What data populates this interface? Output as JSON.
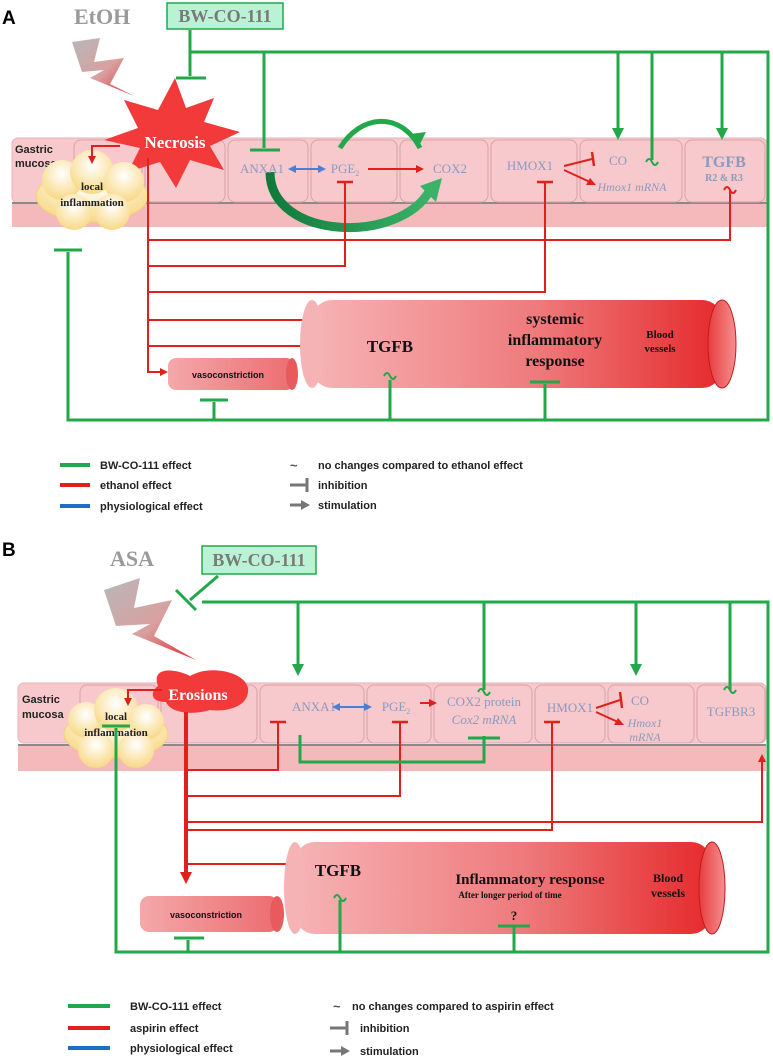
{
  "panelA": {
    "panel_label": "A",
    "stressor": "EtOH",
    "drug": "BW-CO-111",
    "lesion": "Necrosis",
    "tissue": [
      "Gastric",
      "mucosa"
    ],
    "local_inflammation": [
      "local",
      "inflammation"
    ],
    "cells": {
      "anxa1": "ANXA1",
      "pge2": "PGE",
      "pge2_sub": "2",
      "cox2": "COX2",
      "hmox1": "HMOX1",
      "co": "CO",
      "hmox1_mrna": "Hmox1 mRNA",
      "tgfb": "TGFB",
      "tgfb_receptors": "R2 & R3"
    },
    "vessel": {
      "tgfb": "TGFB",
      "response": [
        "systemic",
        "inflammatory",
        "response"
      ],
      "blood_vessels": [
        "Blood",
        "vessels"
      ],
      "vasoconstriction": "vasoconstriction"
    },
    "legend": {
      "green": "BW-CO-111 effect",
      "red": "ethanol effect",
      "blue": "physiological effect",
      "tilde_symbol": "~",
      "tilde": "no changes compared to ethanol effect",
      "inhibition": "inhibition",
      "stimulation": "stimulation"
    }
  },
  "panelB": {
    "panel_label": "B",
    "stressor": "ASA",
    "drug": "BW-CO-111",
    "lesion": "Erosions",
    "tissue": [
      "Gastric",
      "mucosa"
    ],
    "local_inflammation": [
      "local",
      "inflammation"
    ],
    "cells": {
      "anxa1": "ANXA1",
      "pge2": "PGE",
      "pge2_sub": "2",
      "cox2_protein": "COX2 protein",
      "cox2_mrna": "Cox2 mRNA",
      "hmox1": "HMOX1",
      "co": "CO",
      "hmox1_mrna_1": "Hmox1",
      "hmox1_mrna_2": "mRNA",
      "tgfbr3": "TGFBR3"
    },
    "vessel": {
      "tgfb": "TGFB",
      "response": "Inflammatory response",
      "after": "After longer period of time",
      "question": "?",
      "blood_vessels": [
        "Blood",
        "vessels"
      ],
      "vasoconstriction": "vasoconstriction"
    },
    "legend": {
      "green": "BW-CO-111 effect",
      "red": "aspirin effect",
      "blue": "physiological effect",
      "tilde_symbol": "~",
      "tilde": "no changes compared to aspirin effect",
      "inhibition": "inhibition",
      "stimulation": "stimulation"
    }
  },
  "colors": {
    "green": "#22a84a",
    "red": "#e0201c",
    "blue": "#4a7fd6",
    "cell_fill": "#f7c9cc",
    "cell_stroke": "#d9a3a8",
    "cell_text": "#8a9ac0",
    "grey": "#9a9a9a"
  }
}
